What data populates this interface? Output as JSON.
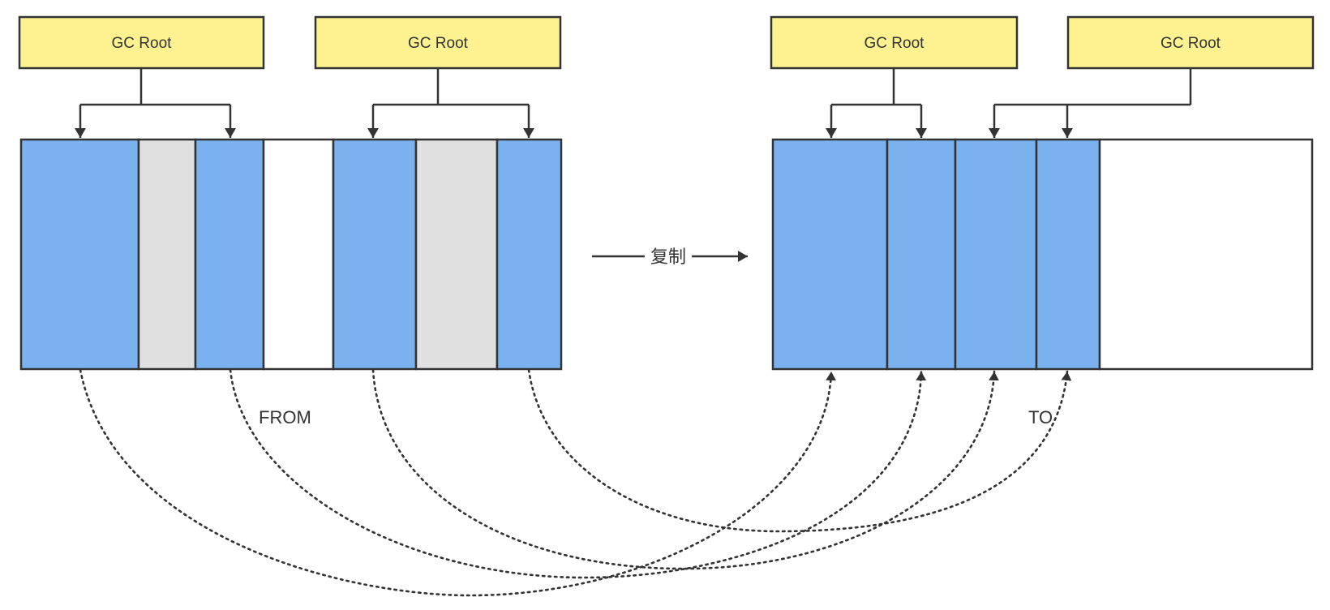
{
  "roots": {
    "from_left": "GC Root",
    "from_right": "GC Root",
    "to_left": "GC Root",
    "to_right": "GC Root"
  },
  "labels": {
    "from": "FROM",
    "to": "TO",
    "copy": "复制"
  },
  "colors": {
    "root_fill": "#fdf28f",
    "live_object": "#7ab2ef",
    "garbage_object": "#e0e0e0",
    "free_space": "#ffffff",
    "stroke": "#333333"
  }
}
